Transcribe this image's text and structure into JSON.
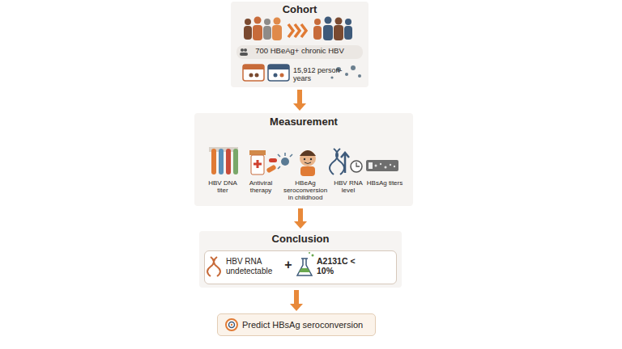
{
  "diagram": {
    "nodes": [
      {
        "text": [
          "Cohort",
          "15,912 person-years"
        ]
      },
      {
        "text": [
          "700 HBeAg+ chronic HBV"
        ],
        "in": 0
      },
      {
        "text": [
          "Measurement",
          "HBV DNA titer",
          "Antiviral therapy",
          "HBeAg seroconversion in childhood",
          "HBV RNA level",
          "HBsAg titers"
        ]
      },
      {
        "text": [
          "Conclusion"
        ]
      },
      {
        "text": [
          "HBV RNA undetectable",
          "+",
          "A2131C < 10%"
        ],
        "in": 3
      },
      {
        "text": [
          "Predict HBsAg seroconversion"
        ]
      }
    ],
    "edges": [
      {
        "from": 0,
        "to": 2,
        "arrow": "to"
      },
      {
        "from": 2,
        "to": 3,
        "arrow": "to"
      },
      {
        "from": 3,
        "to": 5,
        "arrow": "to"
      }
    ]
  }
}
